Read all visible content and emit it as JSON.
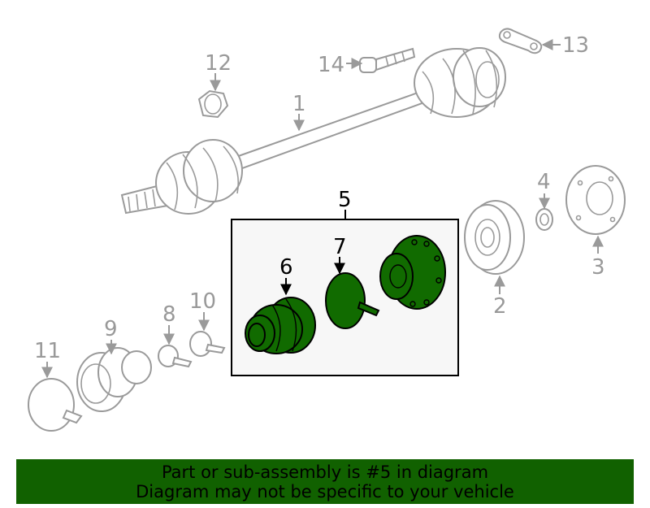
{
  "callouts": {
    "c1": "1",
    "c2": "2",
    "c3": "3",
    "c4": "4",
    "c5": "5",
    "c6": "6",
    "c7": "7",
    "c8": "8",
    "c9": "9",
    "c10": "10",
    "c11": "11",
    "c12": "12",
    "c13": "13",
    "c14": "14"
  },
  "banner": {
    "line1": "Part or sub-assembly is #5 in diagram",
    "line2": "Diagram may not be specific to your vehicle"
  },
  "colors": {
    "highlight": "#116b00",
    "banner": "#116100",
    "inactive": "#9a9a9a"
  }
}
